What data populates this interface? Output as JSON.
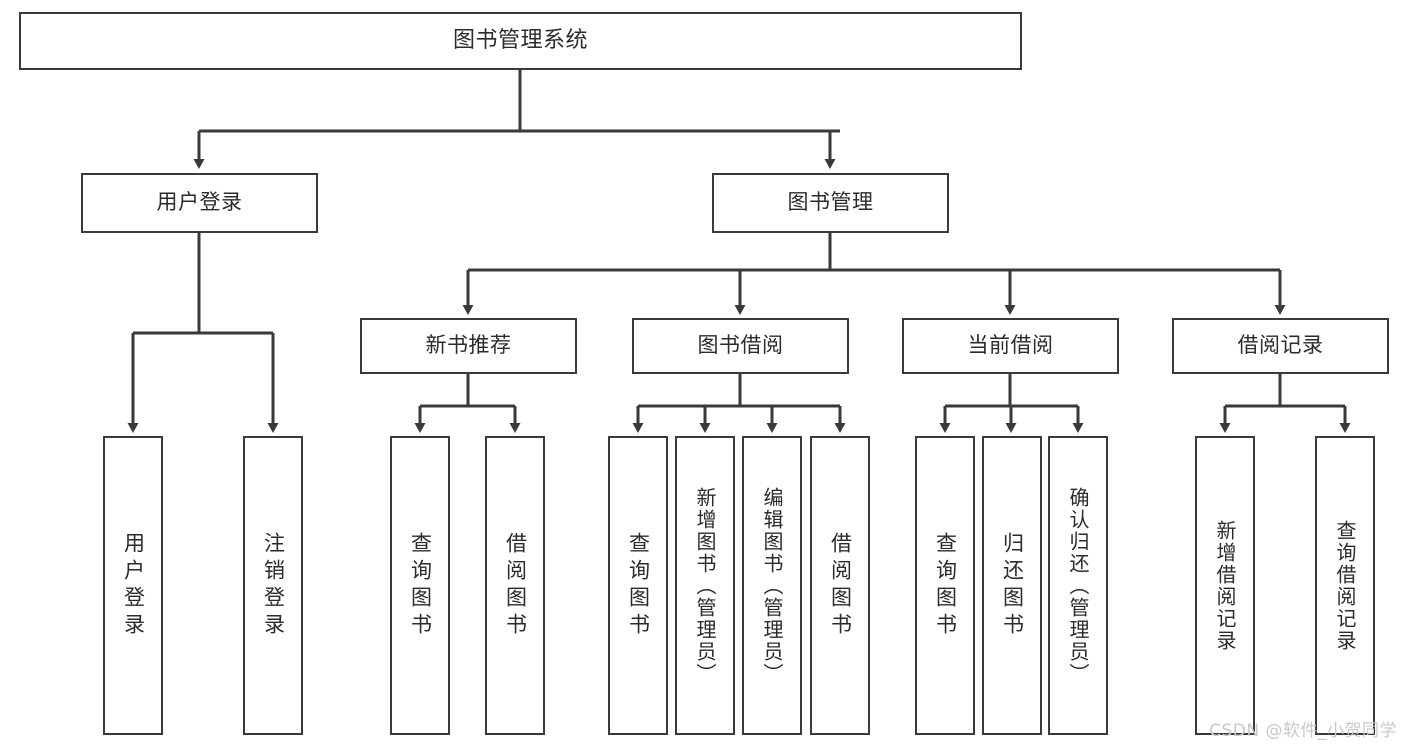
{
  "diagram": {
    "title": "图书管理系统",
    "type": "tree-hierarchy",
    "background_color": "#ffffff",
    "box_border_color": "#3a3a3a",
    "text_color": "#2b2b2b",
    "connector_color": "#3a3a3a"
  },
  "nodes": {
    "root": {
      "label": "图书管理系统"
    },
    "level1": [
      {
        "label": "用户登录"
      },
      {
        "label": "图书管理"
      }
    ],
    "level2": [
      {
        "label": "新书推荐"
      },
      {
        "label": "图书借阅"
      },
      {
        "label": "当前借阅"
      },
      {
        "label": "借阅记录"
      }
    ],
    "leaves": {
      "user_login": [
        {
          "label": "用户登录"
        },
        {
          "label": "注销登录"
        }
      ],
      "new_book_recommend": [
        {
          "label": "查询图书"
        },
        {
          "label": "借阅图书"
        }
      ],
      "book_borrow": [
        {
          "label": "查询图书"
        },
        {
          "label": "新增图书（管理员）"
        },
        {
          "label": "编辑图书（管理员）"
        },
        {
          "label": "借阅图书"
        }
      ],
      "current_borrow": [
        {
          "label": "查询图书"
        },
        {
          "label": "归还图书"
        },
        {
          "label": "确认归还（管理员）"
        }
      ],
      "borrow_record": [
        {
          "label": "新增借阅记录"
        },
        {
          "label": "查询借阅记录"
        }
      ]
    }
  },
  "watermark": {
    "text": "CSDN @软件_小贺同学"
  }
}
